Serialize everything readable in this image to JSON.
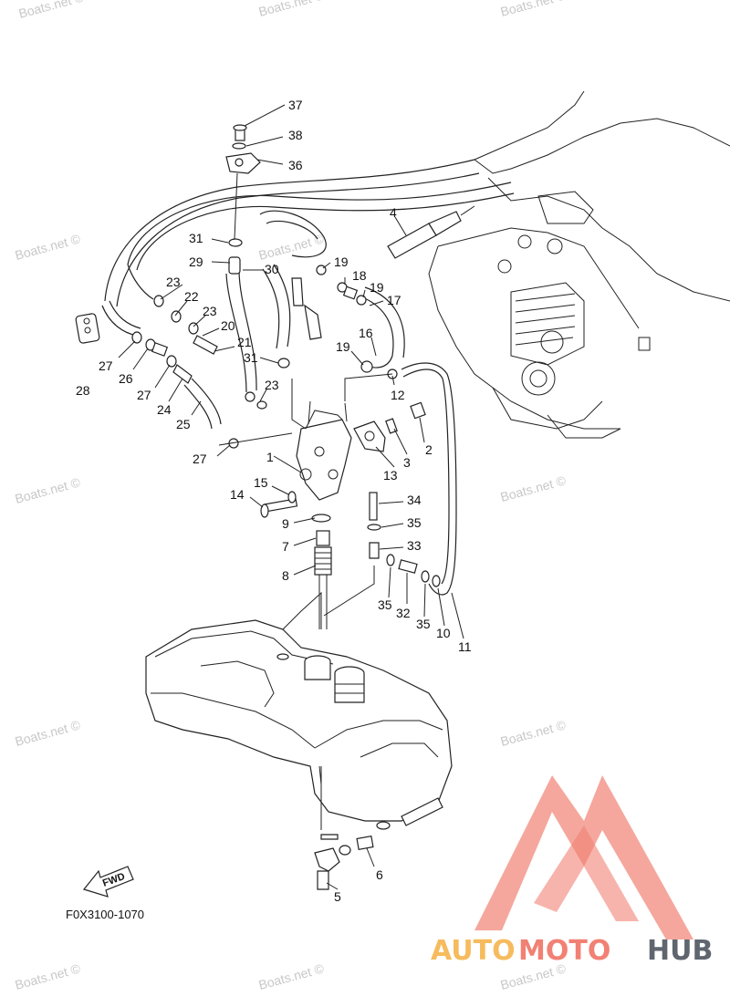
{
  "diagram_code": "F0X3100-1070",
  "fwd_label": "FWD",
  "watermark_text": "Boats.net ©",
  "brand": {
    "part1": "AUTO",
    "part2": "MOTO",
    "part3": "HUB",
    "logo_color": "#ef6c5c",
    "accent_color": "#f5b043",
    "dark_color": "#444c57"
  },
  "callouts": [
    "37",
    "38",
    "36",
    "4",
    "31",
    "29",
    "30",
    "19",
    "18",
    "19",
    "17",
    "23",
    "22",
    "23",
    "20",
    "21",
    "16",
    "19",
    "31",
    "23",
    "12",
    "27",
    "26",
    "27",
    "24",
    "25",
    "27",
    "28",
    "1",
    "13",
    "3",
    "2",
    "15",
    "14",
    "9",
    "7",
    "8",
    "34",
    "35",
    "33",
    "35",
    "32",
    "35",
    "10",
    "11",
    "6",
    "5"
  ]
}
